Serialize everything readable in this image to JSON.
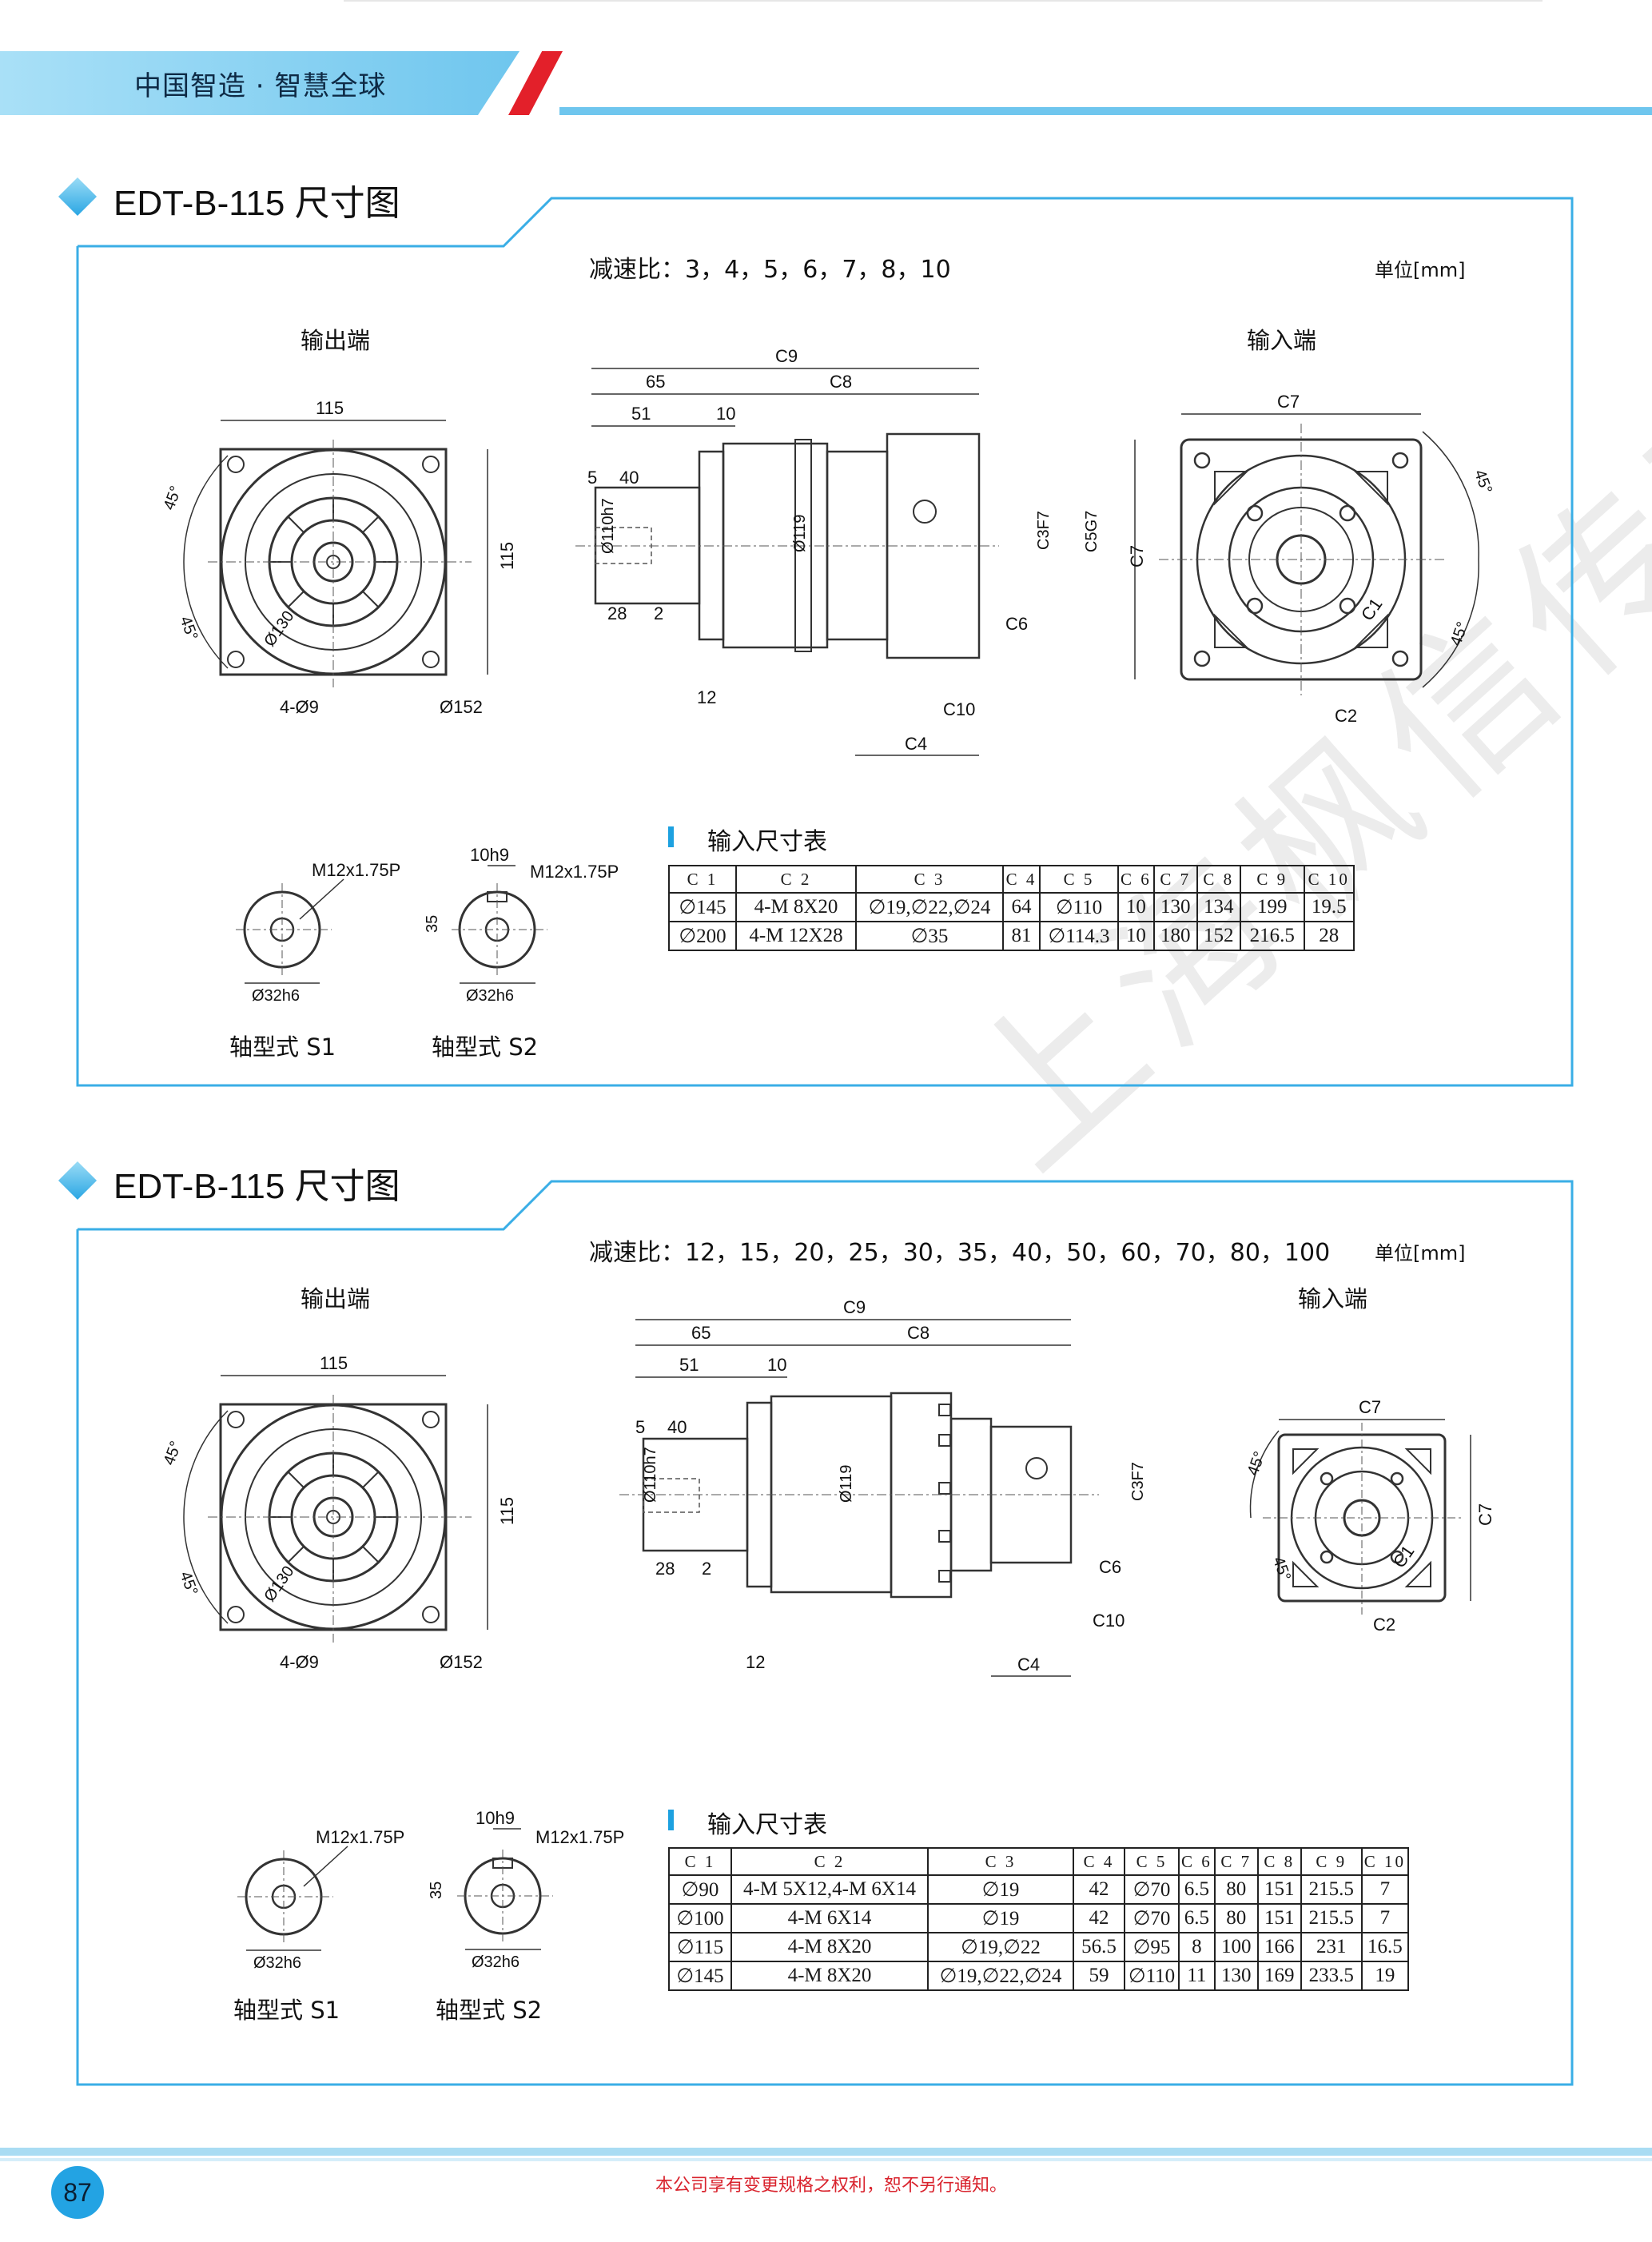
{
  "header": {
    "slogan": "中国智造 · 智慧全球"
  },
  "sections": [
    {
      "title": "EDT-B-115  尺寸图",
      "ratio_text": "减速比：3，4，5，6，7，8，10",
      "unit_text": "单位[mm]",
      "output_end": "输出端",
      "input_end": "输入端",
      "shaft_s1": "轴型式 S1",
      "shaft_s2": "轴型式 S2",
      "table_title": "输入尺寸表",
      "table_headers": [
        "C 1",
        "C 2",
        "C 3",
        "C 4",
        "C 5",
        "C 6",
        "C 7",
        "C 8",
        "C 9",
        "C 10"
      ],
      "table_rows": [
        [
          "∅145",
          "4-M 8X20",
          "∅19,∅22,∅24",
          "64",
          "∅110",
          "10",
          "130",
          "134",
          "199",
          "19.5"
        ],
        [
          "∅200",
          "4-M 12X28",
          "∅35",
          "81",
          "∅114.3",
          "10",
          "180",
          "152",
          "216.5",
          "28"
        ]
      ]
    },
    {
      "title": "EDT-B-115  尺寸图",
      "ratio_text": "减速比：12，15，20，25，30，35，40，50，60，70，80，100",
      "unit_text": "单位[mm]",
      "output_end": "输出端",
      "input_end": "输入端",
      "shaft_s1": "轴型式 S1",
      "shaft_s2": "轴型式 S2",
      "table_title": "输入尺寸表",
      "table_headers": [
        "C 1",
        "C 2",
        "C 3",
        "C 4",
        "C 5",
        "C 6",
        "C 7",
        "C 8",
        "C 9",
        "C 10"
      ],
      "table_rows": [
        [
          "∅90",
          "4-M 5X12,4-M 6X14",
          "∅19",
          "42",
          "∅70",
          "6.5",
          "80",
          "151",
          "215.5",
          "7"
        ],
        [
          "∅100",
          "4-M 6X14",
          "∅19",
          "42",
          "∅70",
          "6.5",
          "80",
          "151",
          "215.5",
          "7"
        ],
        [
          "∅115",
          "4-M 8X20",
          "∅19,∅22",
          "56.5",
          "∅95",
          "8",
          "100",
          "166",
          "231",
          "16.5"
        ],
        [
          "∅145",
          "4-M 8X20",
          "∅19,∅22,∅24",
          "59",
          "∅110",
          "11",
          "130",
          "169",
          "233.5",
          "19"
        ]
      ]
    }
  ],
  "dims": {
    "flange_w": "115",
    "flange_h": "115",
    "angle": "45°",
    "pcd": "Ø130",
    "holes": "4-Ø9",
    "diag": "Ø152",
    "c9": "C9",
    "c8": "C8",
    "c7": "C7",
    "c6": "C6",
    "c5": "C5G7",
    "c4": "C4",
    "c3": "C3F7",
    "c2": "C2",
    "c1": "C1",
    "c10": "C10",
    "d65": "65",
    "d51": "51",
    "d10": "10",
    "d5": "5",
    "d40": "40",
    "d28": "28",
    "d2": "2",
    "d12": "12",
    "d110": "Ø110h7",
    "d119": "Ø119",
    "thread": "M12x1.75P",
    "shaft_d": "Ø32h6",
    "key_w": "10h9",
    "key_h": "35"
  },
  "footer": {
    "page": "87",
    "copyright": "本公司享有变更规格之权利，恕不另行通知。"
  },
  "watermark": "上海枫信传动"
}
